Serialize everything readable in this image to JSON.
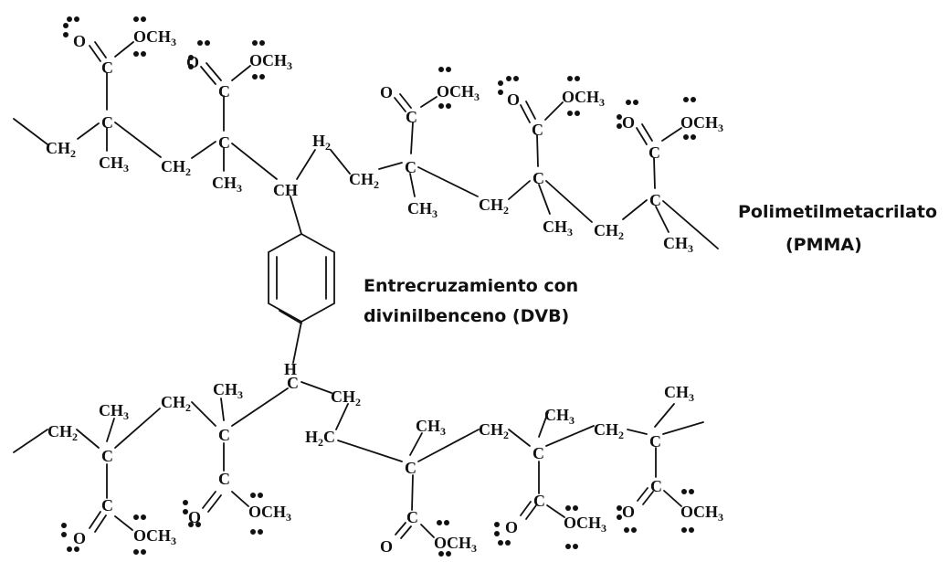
{
  "labels": {
    "polymer_name": "Polimetilmetacrilato",
    "polymer_abbrev": "(PMMA)",
    "crosslink_line1": "Entrecruzamiento con",
    "crosslink_line2": "divinilbenceno (DVB)"
  },
  "chem": {
    "c": "C",
    "o": "O",
    "ch": "CH",
    "h": "H",
    "h2": "H",
    "ch2": "CH",
    "ch3": "CH",
    "och3": "OCH",
    "h2c": "H",
    "sub2": "2",
    "sub3": "3",
    "c_tail": "C"
  },
  "colors": {
    "ink": "#111111",
    "background": "#ffffff"
  }
}
